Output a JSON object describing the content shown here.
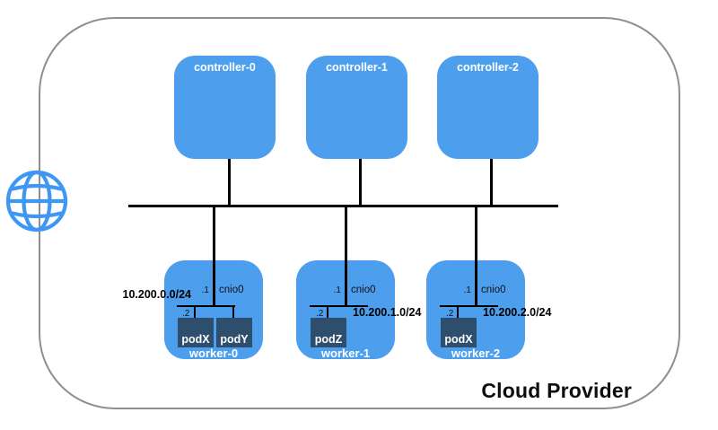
{
  "colors": {
    "node_blue": "#4d9fee",
    "pod_navy": "#2d4e6d",
    "globe_blue": "#3e97f3",
    "border_gray": "#8f8f8f",
    "line_black": "#000000",
    "label_white": "#ffffff"
  },
  "diagram": {
    "provider_label": "Cloud Provider",
    "internet_icon": "globe-icon",
    "controllers": [
      {
        "label": "controller-0"
      },
      {
        "label": "controller-1"
      },
      {
        "label": "controller-2"
      }
    ],
    "workers": [
      {
        "label": "worker-0",
        "bridge_interface": "cnio0",
        "bridge_ip": ".1",
        "pod_side_ip": ".2",
        "pod_subnet": "10.200.0.0/24",
        "pods": [
          "podX",
          "podY"
        ]
      },
      {
        "label": "worker-1",
        "bridge_interface": "cnio0",
        "bridge_ip": ".1",
        "pod_side_ip": ".2",
        "pod_subnet": "10.200.1.0/24",
        "pods": [
          "podZ"
        ]
      },
      {
        "label": "worker-2",
        "bridge_interface": "cnio0",
        "bridge_ip": ".1",
        "pod_side_ip": ".2",
        "pod_subnet": "10.200.2.0/24",
        "pods": [
          "podX"
        ]
      }
    ]
  }
}
